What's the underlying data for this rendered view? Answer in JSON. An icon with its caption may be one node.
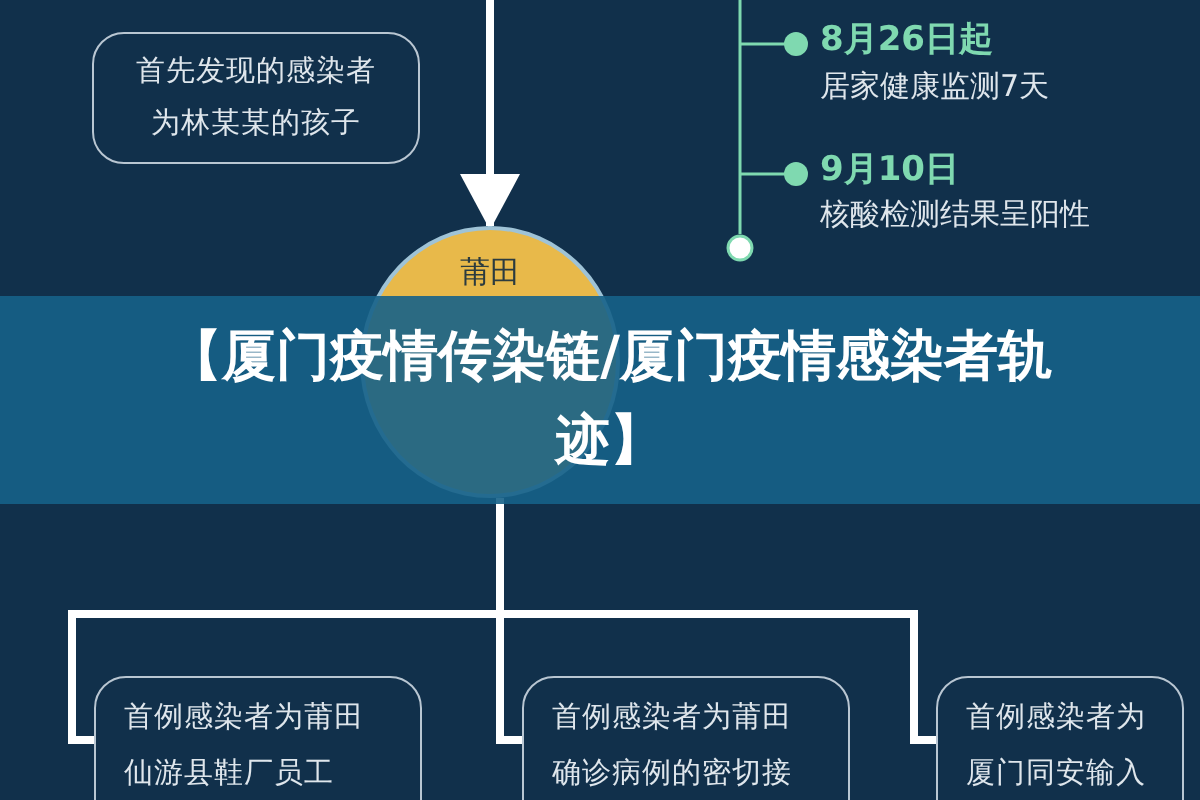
{
  "diagram": {
    "title": "【厦门疫情传染链/厦门疫情感染者轨迹】",
    "nodes": [
      {
        "text": [
          "首先发现的感染者为林某某的孩子"
        ]
      },
      {
        "text": [
          "莆田"
        ]
      },
      {
        "text": [
          "首例感染者为莆田仙游县鞋厂员工"
        ]
      },
      {
        "text": [
          "首例感染者为莆田确诊病例的密切接"
        ]
      },
      {
        "text": [
          "首例感染者为厦门同安输入"
        ]
      }
    ],
    "edges": [
      {
        "from": null,
        "to": 1,
        "arrow": "to"
      },
      {
        "from": 1,
        "to": 2,
        "arrow": "none"
      },
      {
        "from": 1,
        "to": 3,
        "arrow": "none"
      },
      {
        "from": 1,
        "to": 4,
        "arrow": "none"
      }
    ],
    "labels": [
      "8月26日起",
      "居家健康监测7天",
      "9月10日",
      "核酸检测结果呈阳性"
    ]
  }
}
